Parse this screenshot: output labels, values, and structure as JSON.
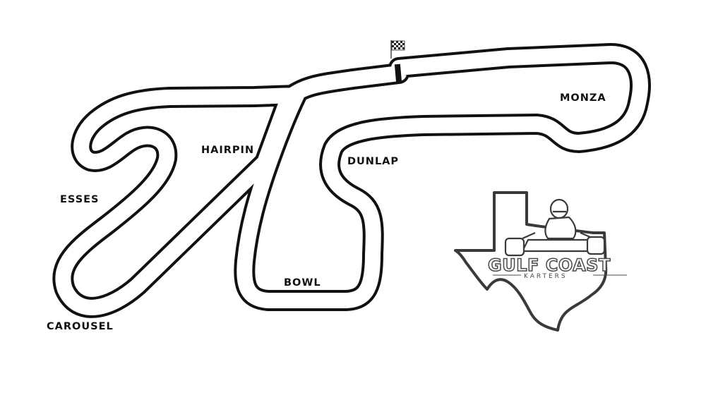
{
  "track": {
    "corners": [
      {
        "id": "monza",
        "label": "MONZA"
      },
      {
        "id": "hairpin",
        "label": "HAIRPIN"
      },
      {
        "id": "dunlap",
        "label": "DUNLAP"
      },
      {
        "id": "esses",
        "label": "ESSES"
      },
      {
        "id": "bowl",
        "label": "BOWL"
      },
      {
        "id": "carousel",
        "label": "CAROUSEL"
      }
    ]
  },
  "logo": {
    "name": "GULF COAST",
    "tagline": "KARTERS"
  },
  "colors": {
    "track_outline": "#111111",
    "track_surface": "#ffffff",
    "logo_shape": "#3a3a3a",
    "logo_text": "#4a4a4a",
    "background": "#ffffff"
  },
  "icons": {
    "start_finish": "checkered-flag-icon",
    "kart": "go-kart-icon",
    "state_outline": "texas-outline-icon"
  }
}
